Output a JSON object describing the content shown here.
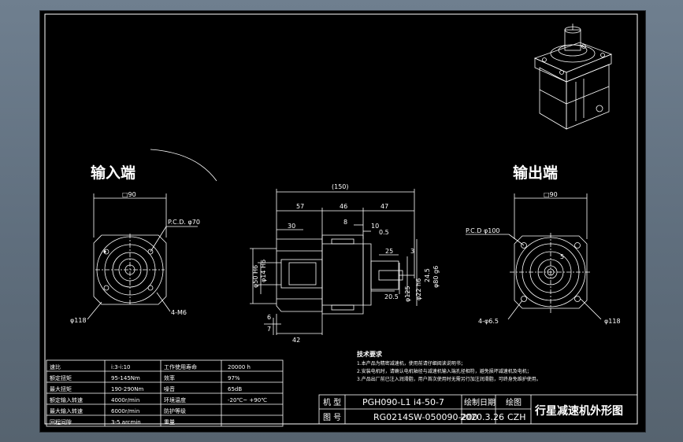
{
  "drawing": {
    "input_label": "输入端",
    "output_label": "输出端",
    "input_view": {
      "width_dim": "□90",
      "pcd": "P.C.D. φ70",
      "dia": "φ118",
      "holes": "4-M6"
    },
    "output_view": {
      "width_dim": "□90",
      "pcd": "P.C.D φ100",
      "dia": "φ118",
      "holes": "4-φ6.5",
      "key": "5"
    },
    "side_view": {
      "total": "(150)",
      "d1": "57",
      "d2": "46",
      "d3": "47",
      "d30": "30",
      "d8": "8",
      "d10": "10",
      "d05": "0.5",
      "d25": "25",
      "d3b": "3",
      "d205": "20.5",
      "d6": "6",
      "d7": "7",
      "d42": "42",
      "dia_a": "φ50 H6",
      "dia_b": "φ14 H6",
      "dia_c": "φ80 g6",
      "dia_d": "φ22 h6",
      "dia_e": "φ125",
      "d245": "24.5"
    },
    "notes_title": "技术要求",
    "notes": [
      "1.本产品为精密减速机，使用前请仔细阅读说明书；",
      "2.安装电机时，请确认电机轴径与减速机输入端孔径相符，避免损坏减速机及电机；",
      "3.产品出厂前已注入润滑脂，用户首次使用时无需另行加注润滑脂，可终身免维护使用。"
    ]
  },
  "spec_table": {
    "rows": [
      [
        "速比",
        "i:3-i:10",
        "工作使用寿命",
        "20000 h"
      ],
      [
        "额定扭矩",
        "95-145Nm",
        "效率",
        "97%"
      ],
      [
        "最大扭矩",
        "190-290Nm",
        "噪音",
        "65dB"
      ],
      [
        "额定输入转速",
        "4000r/min",
        "环境温度",
        "-20℃~ +90℃"
      ],
      [
        "最大输入转速",
        "6000r/min",
        "防护等级",
        ""
      ],
      [
        "回程间隙",
        "3-5 arcmin",
        "重量",
        ""
      ]
    ]
  },
  "title_block": {
    "model_label": "机 型",
    "model_value": "PGH090-L1 i4-50-7",
    "drawing_no_label": "图 号",
    "drawing_no_value": "RG0214SW-050090-200",
    "date_label": "绘制日期",
    "date_value": "2020.3.26",
    "drawer_label": "绘图",
    "drawer_value": "CZH",
    "title": "行星减速机外形图"
  }
}
